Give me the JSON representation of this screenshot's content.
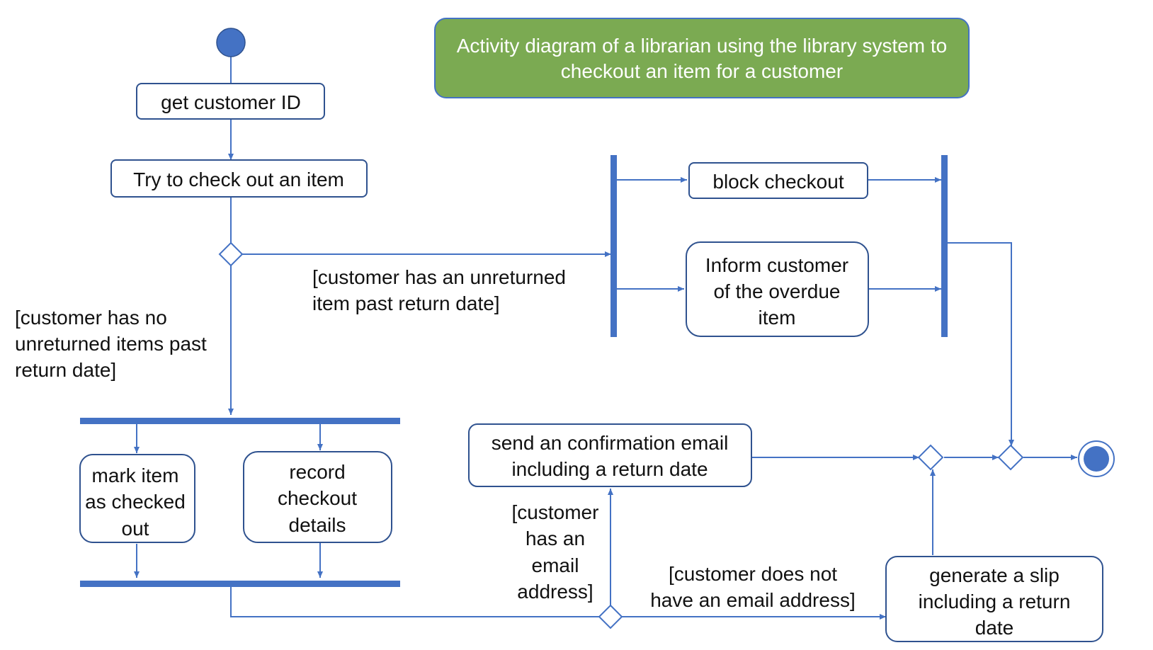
{
  "title": {
    "line1": "Activity diagram of a librarian using the library system to",
    "line2": "checkout an item for a customer"
  },
  "colors": {
    "line": "#4472C4",
    "bar": "#4472C4",
    "node_fill": "#4472C4",
    "title_fill": "#7BAA52",
    "title_border": "#4472C4"
  },
  "actions": {
    "get_customer_id": [
      "get customer ID"
    ],
    "try_checkout": [
      "Try to check out an item"
    ],
    "block_checkout": [
      "block checkout"
    ],
    "inform_customer": [
      "Inform customer",
      "of the overdue",
      "item"
    ],
    "mark_item": [
      "mark item",
      "as checked",
      "out"
    ],
    "record_checkout": [
      "record",
      "checkout",
      "details"
    ],
    "send_email": [
      "send an confirmation email",
      "including a return date"
    ],
    "generate_slip": [
      "generate a slip",
      "including a return",
      "date"
    ]
  },
  "guards": {
    "has_unreturned": [
      "[customer has an unreturned",
      "item past return date]"
    ],
    "no_unreturned": [
      "[customer has no",
      "unreturned items past",
      "return date]"
    ],
    "has_email": [
      "[customer",
      "has an",
      "email",
      "address]"
    ],
    "no_email": [
      "[customer does not",
      "have an email address]"
    ]
  }
}
